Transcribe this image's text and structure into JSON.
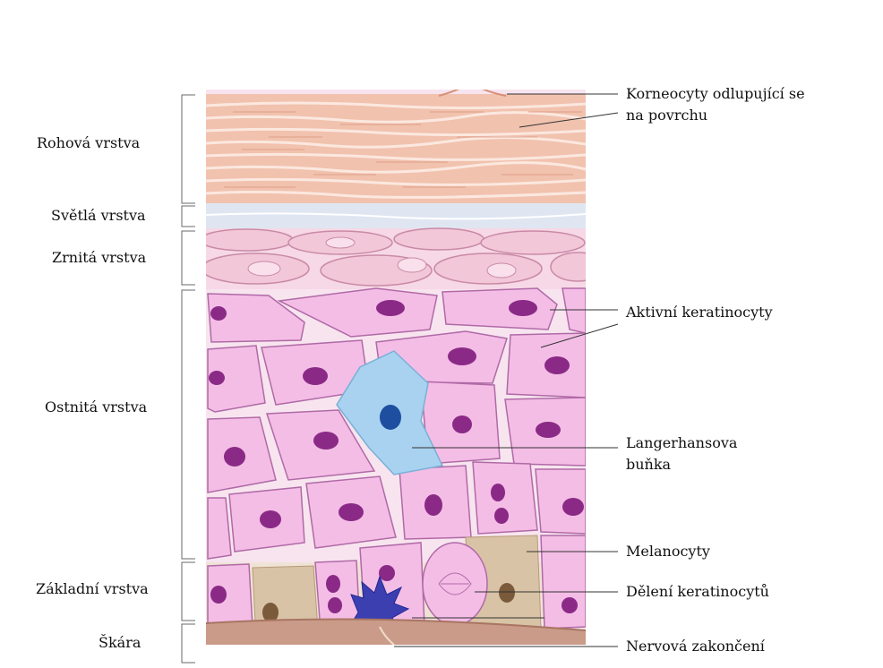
{
  "layers": [
    {
      "id": "rohova",
      "label": "Rohová vrstva"
    },
    {
      "id": "svetla",
      "label": "Světlá vrstva"
    },
    {
      "id": "zrnita",
      "label": "Zrnitá vrstva"
    },
    {
      "id": "ostnita",
      "label": "Ostnitá vrstva"
    },
    {
      "id": "zakladni",
      "label": "Základní vrstva"
    },
    {
      "id": "skara",
      "label": "Škára"
    }
  ],
  "callouts": {
    "korneocyty": {
      "line1": "Korneocyty odlupující se",
      "line2": "na povrchu"
    },
    "aktivni": {
      "line1": "Aktivní keratinocyty"
    },
    "langerhans": {
      "line1": "Langerhansova",
      "line2": "buňka"
    },
    "melanocyty": {
      "line1": "Melanocyty"
    },
    "deleni": {
      "line1": "Dělení keratinocytů"
    },
    "nervova": {
      "line1": "Nervová zakončení"
    }
  },
  "colors": {
    "corneum": "#f1c2ae",
    "corneum_line": "#d98f78",
    "lucidum": "#dfe6f2",
    "granulosum": "#f2c7d8",
    "keratinocyte": "#f4bde6",
    "keratinocyte_edge": "#b06aa6",
    "nucleus": "#8a2a86",
    "langerhans": "#a8d2ef",
    "langerhans_nucleus": "#1d4ea0",
    "melanocyte": "#cdb79a",
    "nerve": "#3c3fb0",
    "dermis": "#c99b88"
  }
}
